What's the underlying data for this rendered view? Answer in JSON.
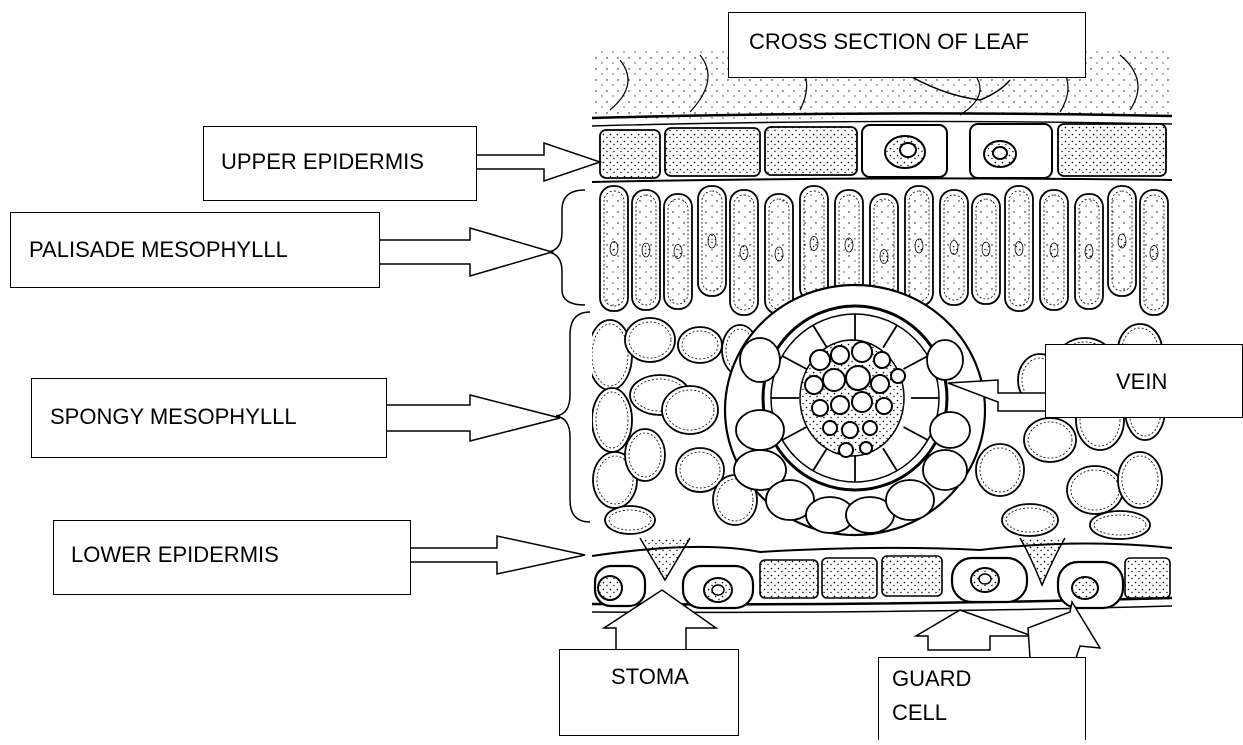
{
  "title": "CROSS SECTION OF LEAF",
  "labels": {
    "upper_epidermis": "UPPER EPIDERMIS",
    "palisade_mesophyll": "PALISADE MESOPHYLLL",
    "spongy_mesophyll": "SPONGY MESOPHYLLL",
    "lower_epidermis": "LOWER EPIDERMIS",
    "vein": "VEIN",
    "stoma": "STOMA",
    "guard_cell_line1": "GUARD",
    "guard_cell_line2": "CELL"
  }
}
